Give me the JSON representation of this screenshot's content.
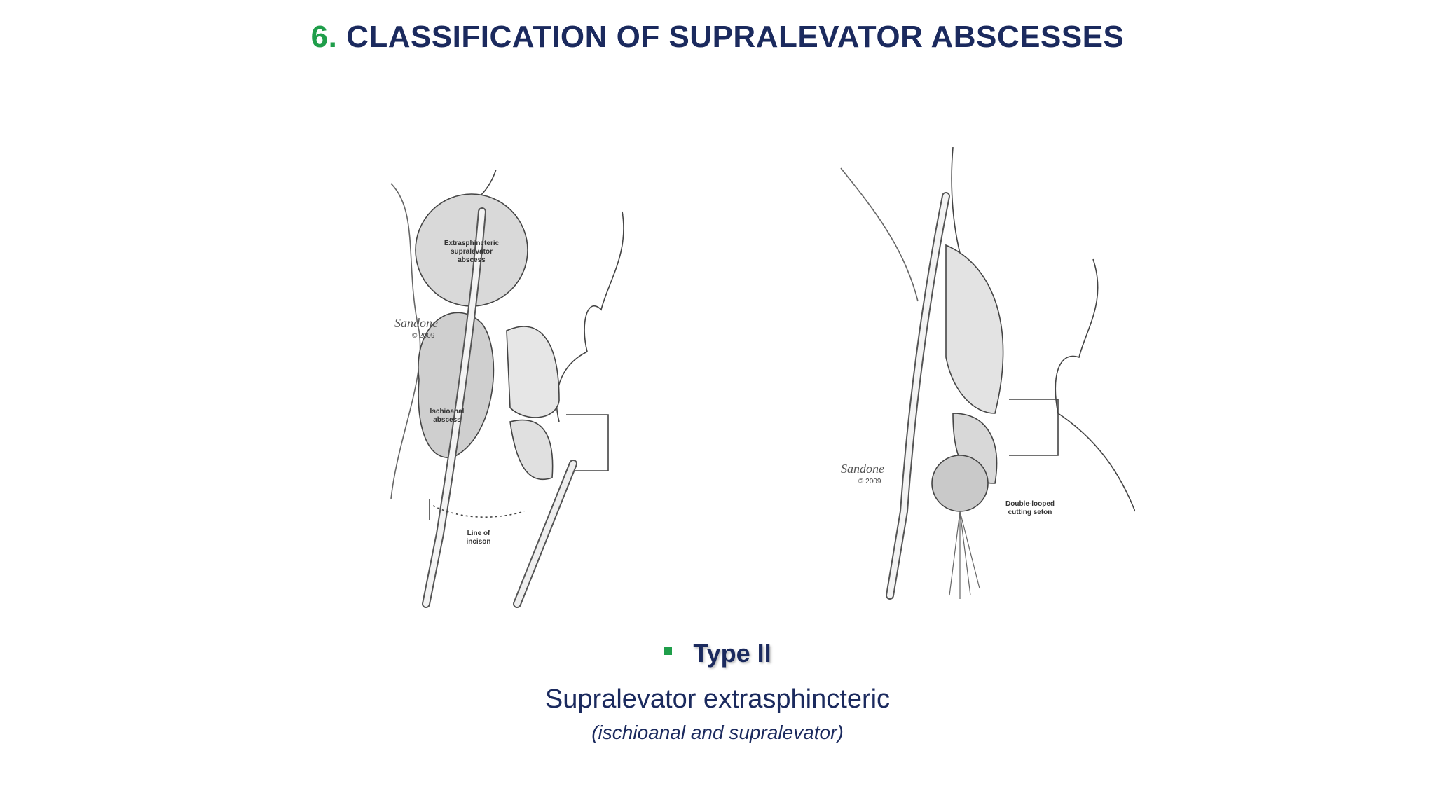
{
  "slide": {
    "title_number": "6.",
    "title_text": "CLASSIFICATION OF SUPRALEVATOR ABSCESSES"
  },
  "figure_left": {
    "label_abscess_line1": "Extrasphincteric",
    "label_abscess_line2": "supralevator",
    "label_abscess_line3": "abscess",
    "label_ischio_line1": "Ischioanal",
    "label_ischio_line2": "abscess",
    "label_incision_line1": "Line of",
    "label_incision_line2": "incison",
    "signature": "Sandone",
    "copyright": "© 2009"
  },
  "figure_right": {
    "label_seton_line1": "Double-looped",
    "label_seton_line2": "cutting seton",
    "signature": "Sandone",
    "copyright": "© 2009"
  },
  "content": {
    "bullet": "Type II",
    "description": "Supralevator extrasphincteric",
    "subdescription": "(ischioanal and supralevator)"
  },
  "colors": {
    "title_navy": "#1b2a5e",
    "accent_green": "#1f9e4a"
  }
}
